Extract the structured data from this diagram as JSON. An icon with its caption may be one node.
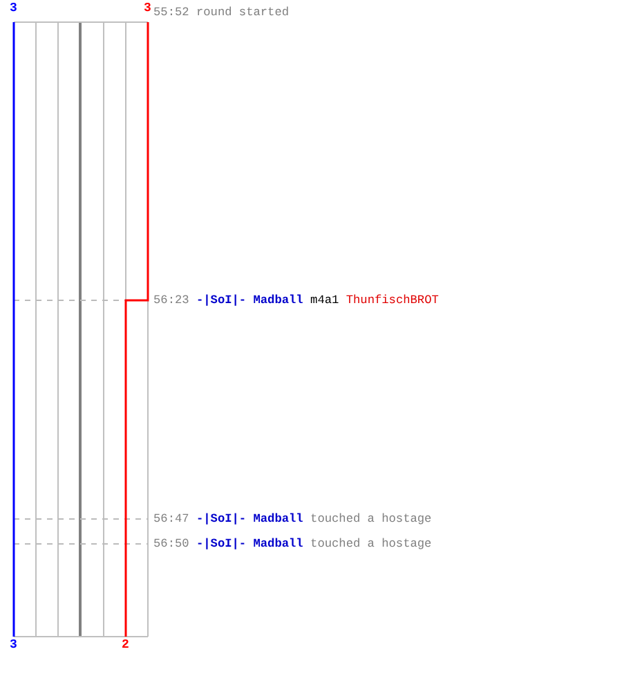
{
  "diagram": {
    "nodes": [
      {
        "text": [
          "55:52",
          "round started"
        ]
      },
      {
        "text": [
          "56:23",
          "-|SoI|- Madball",
          "m4a1",
          "ThunfischBROT"
        ]
      },
      {
        "text": [
          "56:47",
          "-|SoI|- Madball",
          "touched a hostage"
        ]
      },
      {
        "text": [
          "56:50",
          "-|SoI|- Madball",
          "touched a hostage"
        ]
      }
    ],
    "labels": [
      "3",
      "3",
      "3",
      "2"
    ]
  }
}
